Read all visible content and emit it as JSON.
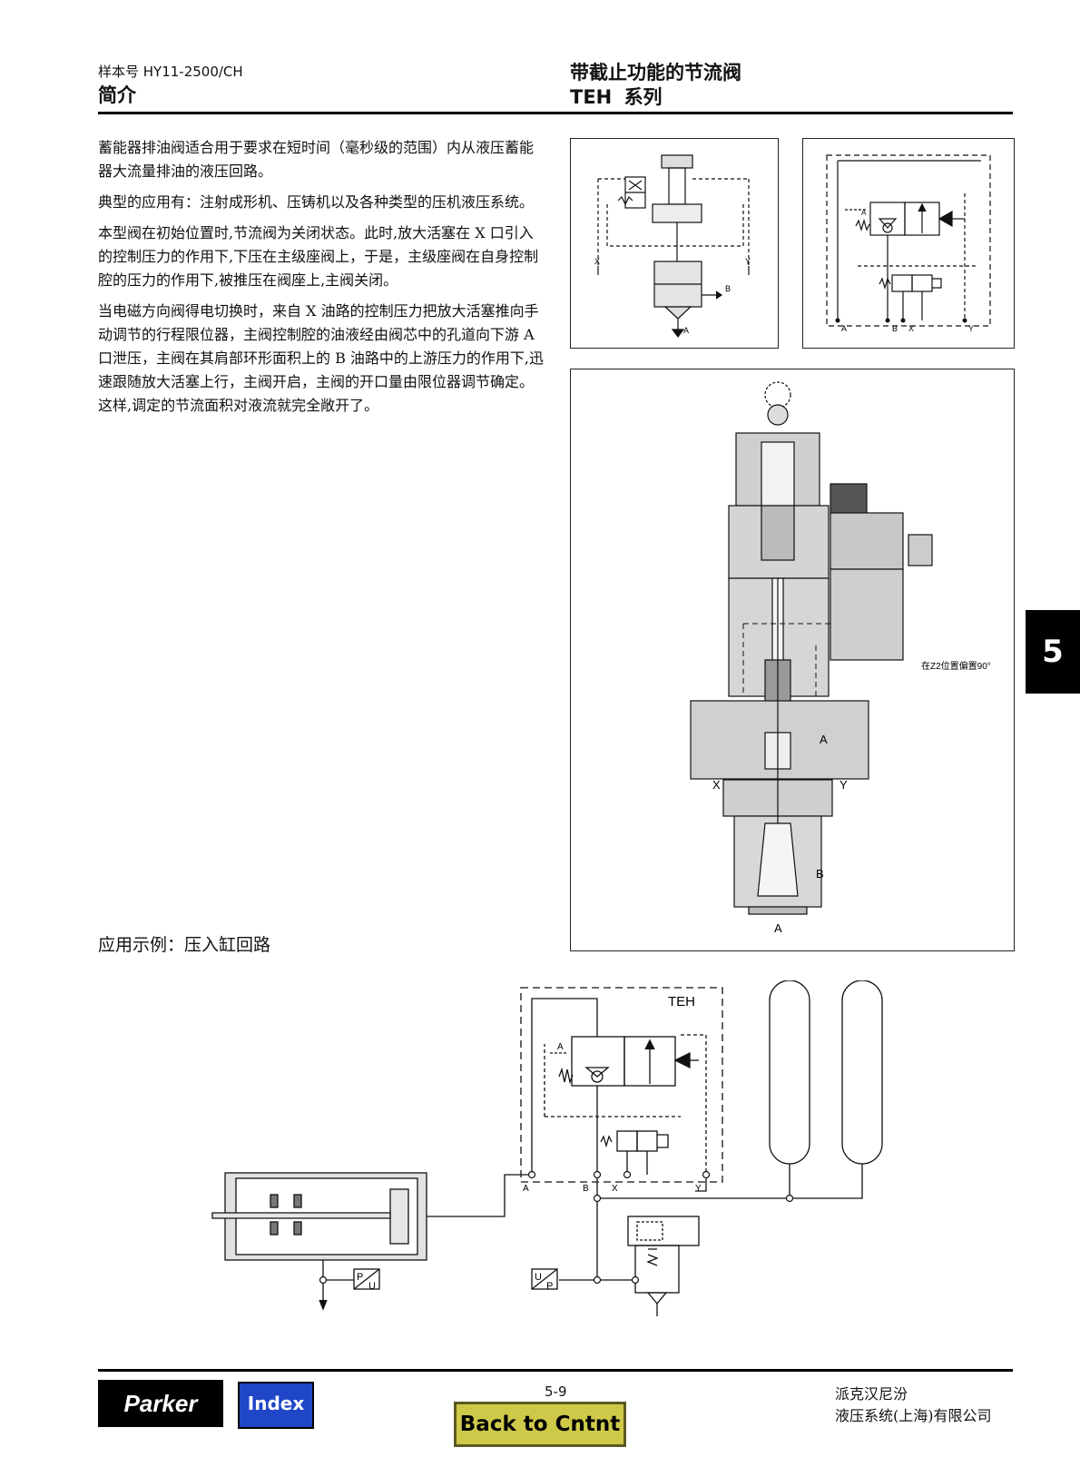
{
  "header": {
    "catalog_no": "样本号 HY11-2500/CH",
    "section": "简介",
    "product_title": "带截止功能的节流阀",
    "series_code": "TEH",
    "series_suffix": "系列"
  },
  "intro": {
    "paragraphs": [
      "蓄能器排油阀适合用于要求在短时间（毫秒级的范围）内从液压蓄能器大流量排油的液压回路。",
      "典型的应用有：注射成形机、压铸机以及各种类型的压机液压系统。",
      "本型阀在初始位置时,节流阀为关闭状态。此时,放大活塞在 X 口引入的控制压力的作用下,下压在主级座阀上，于是，主级座阀在自身控制腔的压力的作用下,被推压在阀座上,主阀关闭。",
      "当电磁方向阀得电切换时，来自 X 油路的控制压力把放大活塞推向手动调节的行程限位器，主阀控制腔的油液经由阀芯中的孔道向下游 A 口泄压，主阀在其肩部环形面积上的 B 油路中的上游压力的作用下,迅速跟随放大活塞上行，主阀开启，主阀的开口量由限位器调节确定。这样,调定的节流面积对液流就完全敞开了。"
    ]
  },
  "diagram1": {
    "port_x": "X",
    "port_y": "Y",
    "port_a": "A",
    "port_b": "B"
  },
  "diagram2": {
    "port_a": "A",
    "port_b": "B",
    "port_x": "X",
    "port_y": "Y",
    "spool_a": "A"
  },
  "section_view": {
    "note": "在Z2位置偏置90°",
    "port_a_upper": "A",
    "port_x": "X",
    "port_y": "Y",
    "port_b": "B",
    "port_a_lower": "A"
  },
  "application": {
    "title": "应用示例：压入缸回路",
    "teh_label": "TEH",
    "port_a": "A",
    "port_b": "B",
    "port_x": "X",
    "port_y": "Y",
    "spool_a": "A",
    "ps_left_top": "P",
    "ps_left_bottom": "U",
    "ps_right_top": "U",
    "ps_right_bottom": "P"
  },
  "side_tab": {
    "label": "5"
  },
  "footer": {
    "logo_text": "Parker",
    "index_label": "Index",
    "page_number": "5-9",
    "back_label": "Back to Cntnt",
    "company_line1": "派克汉尼汾",
    "company_line2": "液压系统(上海)有限公司"
  }
}
